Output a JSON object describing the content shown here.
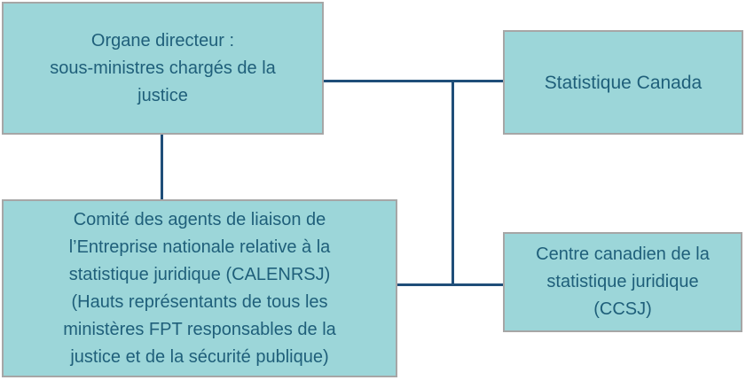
{
  "colors": {
    "node_fill": "#9CD6D9",
    "node_border": "#A6A6A6",
    "node_text": "#1F5F7A",
    "connector": "#1F4E79"
  },
  "nodes": {
    "organe": {
      "label": "Organe directeur :\nsous-ministres chargés de la\njustice"
    },
    "statcan": {
      "label": "Statistique Canada"
    },
    "calenrsj": {
      "label": "Comité des agents de liaison de\nl’Entreprise nationale relative à la\nstatistique juridique (CALENRSJ)\n(Hauts représentants de tous les\nministères FPT responsables de la\njustice et de la sécurité publique)"
    },
    "ccsj": {
      "label": "Centre canadien de la\nstatistique juridique\n(CCSJ)"
    }
  },
  "edges": [
    {
      "from": "organe",
      "to": "calenrsj"
    },
    {
      "from": "organe",
      "to": "statcan"
    },
    {
      "from": "calenrsj",
      "to": "ccsj"
    },
    {
      "from": "statcan",
      "to": "ccsj"
    }
  ]
}
